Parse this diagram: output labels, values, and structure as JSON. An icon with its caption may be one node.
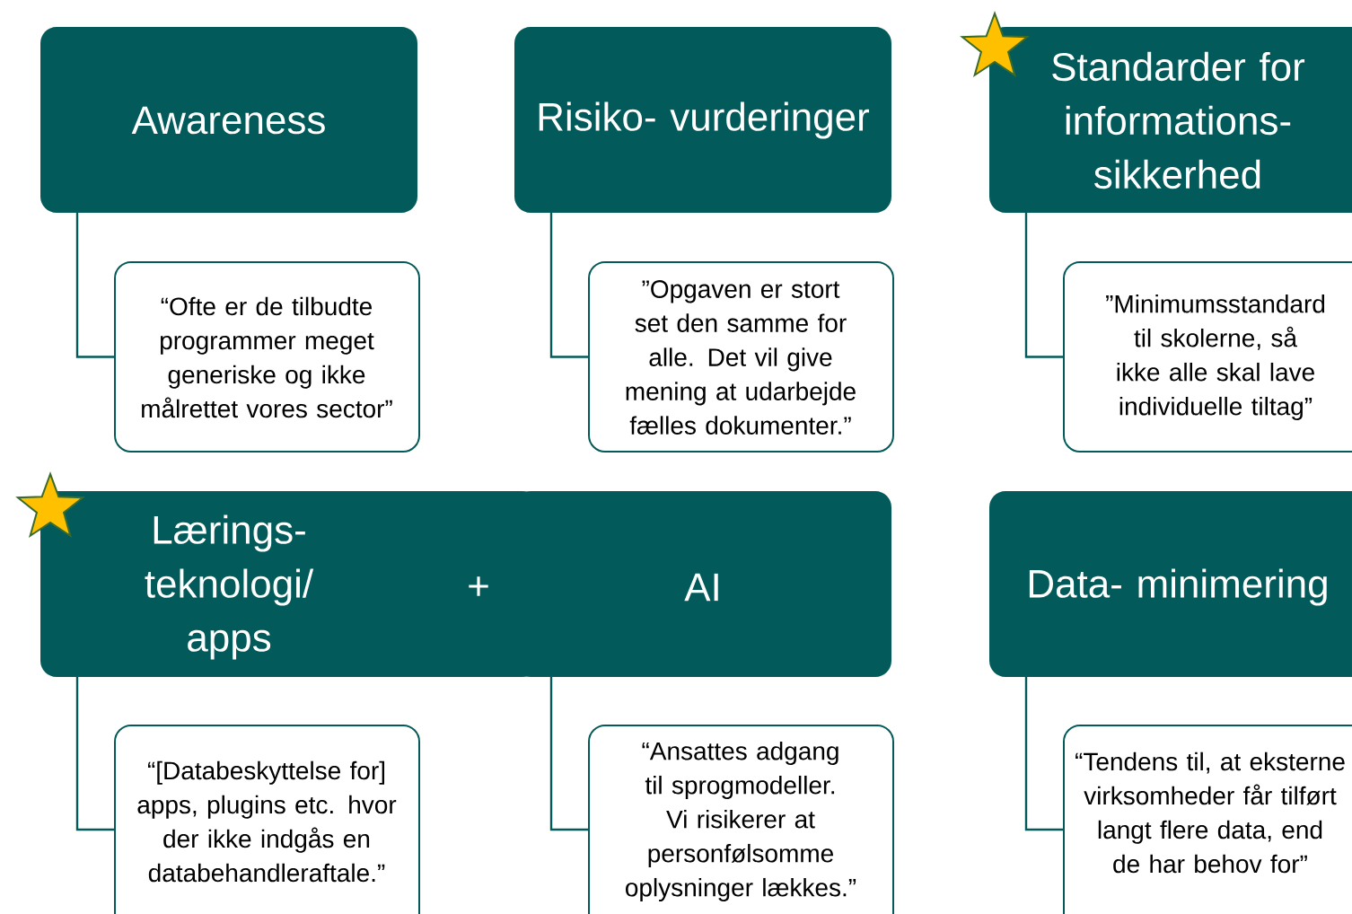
{
  "diagram": {
    "nodes": [
      {
        "text": [
          "Awareness"
        ]
      },
      {
        "text": [
          "“Ofte er de tilbudte programmer meget generiske og ikke målrettet vores sector”"
        ]
      },
      {
        "text": [
          "Risiko- vurderinger"
        ]
      },
      {
        "text": [
          "”Opgaven er stort set den samme for alle. Det vil give mening at udarbejde fælles dokumenter.”"
        ]
      },
      {
        "text": [
          "Standarder for informations- sikkerhed"
        ]
      },
      {
        "text": [
          "”Minimumsstandard til skolerne, så ikke alle skal lave individuelle tiltag”"
        ]
      },
      {
        "text": [
          "Lærings- teknologi/ apps"
        ]
      },
      {
        "text": [
          "AI"
        ]
      },
      {
        "text": [
          "“[Databeskyttelse for] apps, plugins etc. hvor der ikke indgås en databehandleraftale.”"
        ]
      },
      {
        "text": [
          "“Ansattes adgang til sprogmodeller. Vi risikerer at personfølsomme oplysninger lækkes.”"
        ]
      },
      {
        "text": [
          "Data- minimering"
        ]
      },
      {
        "text": [
          "“Tendens til, at eksterne virksomheder får tilført langt flere data, end de har behov for”"
        ]
      }
    ],
    "edges": [
      {
        "from": 0,
        "to": 1,
        "arrow": "none"
      },
      {
        "from": 2,
        "to": 3,
        "arrow": "none"
      },
      {
        "from": 4,
        "to": 5,
        "arrow": "none"
      },
      {
        "from": 6,
        "to": 8,
        "arrow": "none"
      },
      {
        "from": 7,
        "to": 9,
        "arrow": "none"
      },
      {
        "from": 10,
        "to": 11,
        "arrow": "none"
      }
    ],
    "labels": [
      "+"
    ]
  }
}
